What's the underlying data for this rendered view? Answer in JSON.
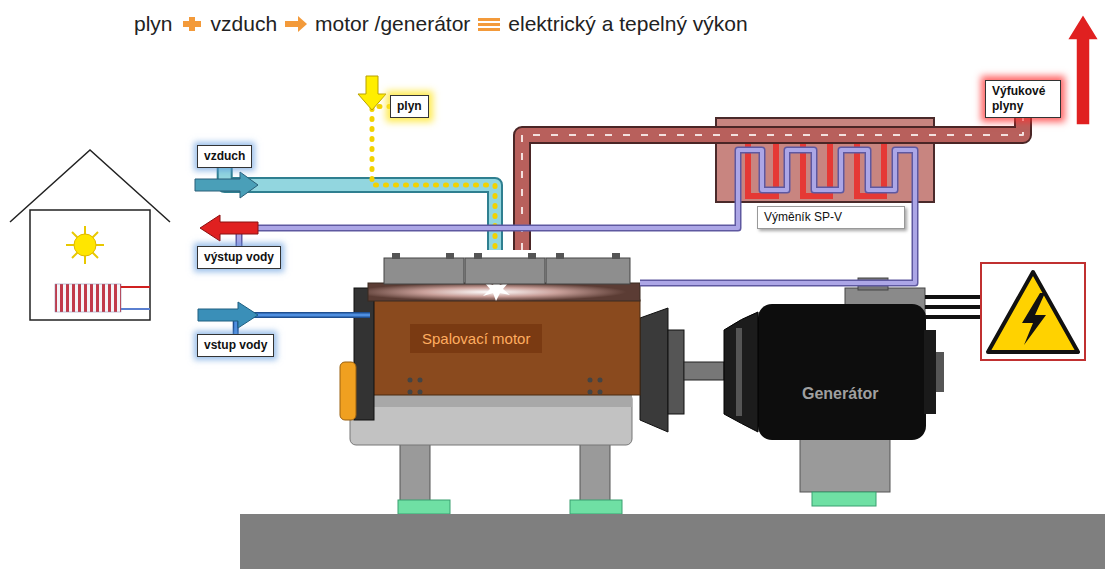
{
  "diagram": {
    "nodes": [
      {
        "text": [
          "Výfukové plyny"
        ]
      },
      {
        "text": [
          "plyn"
        ]
      },
      {
        "text": [
          "vzduch"
        ]
      },
      {
        "text": [
          "Výměník SP-V"
        ]
      },
      {
        "text": [
          "výstup vody"
        ]
      },
      {
        "text": [
          "vstup vody"
        ]
      },
      {
        "text": [
          "Spalovací motor"
        ]
      },
      {
        "text": [
          "Generátor"
        ]
      }
    ],
    "edges": [
      {
        "from": 2,
        "to": 6,
        "arrow": "none"
      },
      {
        "from": 1,
        "to": 6,
        "arrow": "none"
      },
      {
        "from": 6,
        "to": 0,
        "arrow": "none"
      },
      {
        "from": 5,
        "to": 6,
        "arrow": "none"
      },
      {
        "from": 6,
        "to": 4,
        "arrow": "none"
      }
    ],
    "labels": [
      "plyn",
      "vzduch",
      "motor /generátor",
      "elektrický a tepelný výkon"
    ]
  }
}
